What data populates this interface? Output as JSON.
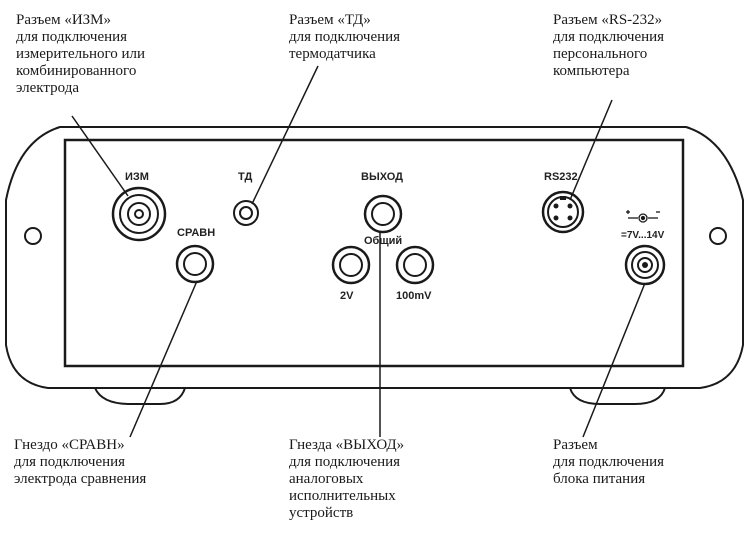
{
  "callouts": {
    "izm": "Разъем «ИЗМ»\nдля подключения\nизмерительного или\nкомбинированного\nэлектрода",
    "td": "Разъем «ТД»\nдля подключения\nтермодатчика",
    "rs232": "Разъем «RS-232»\nдля подключения\nперсонального\nкомпьютера",
    "sravn": "Гнездо «СРАВН»\nдля подключения\nэлектрода сравнения",
    "vyhod": "Гнезда «ВЫХОД»\nдля подключения\nаналоговых\nисполнительных\nустройств",
    "power": "Разъем\nдля подключения\nблока питания"
  },
  "panel_labels": {
    "izm": "ИЗМ",
    "td": "ТД",
    "vyhod": "ВЫХОД",
    "sravn": "СРАВН",
    "obshiy": "Общий",
    "v2": "2V",
    "mv100": "100mV",
    "rs232": "RS232",
    "power_range": "=7V...14V",
    "polarity": "+ -◐- −"
  }
}
